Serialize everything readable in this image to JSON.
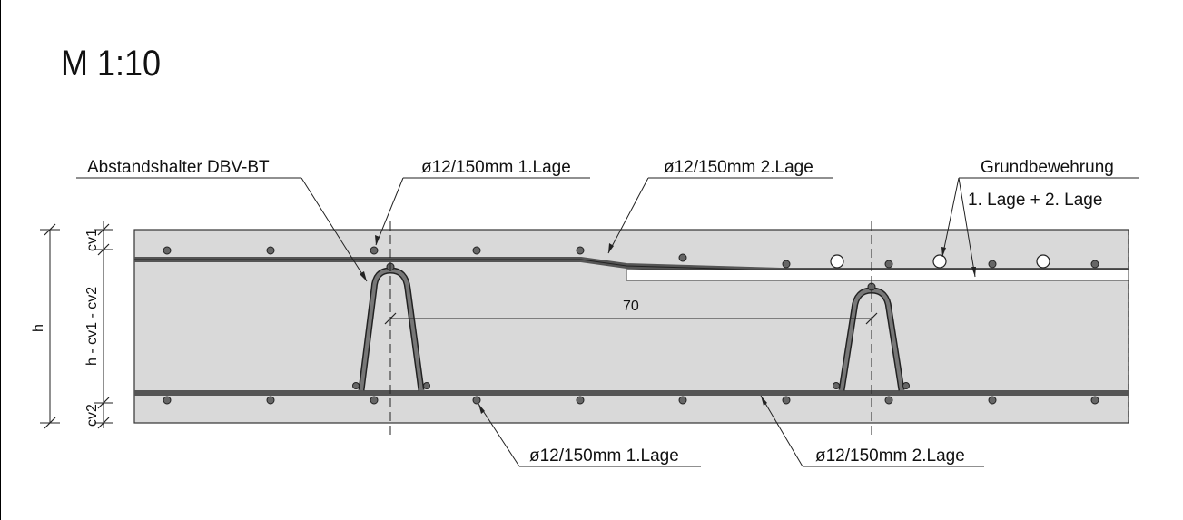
{
  "scale": "M 1:10",
  "labels": {
    "spacer": "Abstandshalter DBV-BT",
    "top_layer1": "ø12/150mm 1.Lage",
    "top_layer2": "ø12/150mm 2.Lage",
    "base_reinf": "Grundbewehrung",
    "base_reinf_sub": "1. Lage + 2. Lage",
    "bottom_layer1": "ø12/150mm 1.Lage",
    "bottom_layer2": "ø12/150mm 2.Lage"
  },
  "dimensions": {
    "h": "h",
    "cv1": "cv1",
    "cv2": "cv2",
    "middle": "h - cv1 - cv2",
    "spacing": "70"
  },
  "colors": {
    "concrete": "#d9d9d9",
    "rebar": "#555555",
    "line": "#111111"
  }
}
